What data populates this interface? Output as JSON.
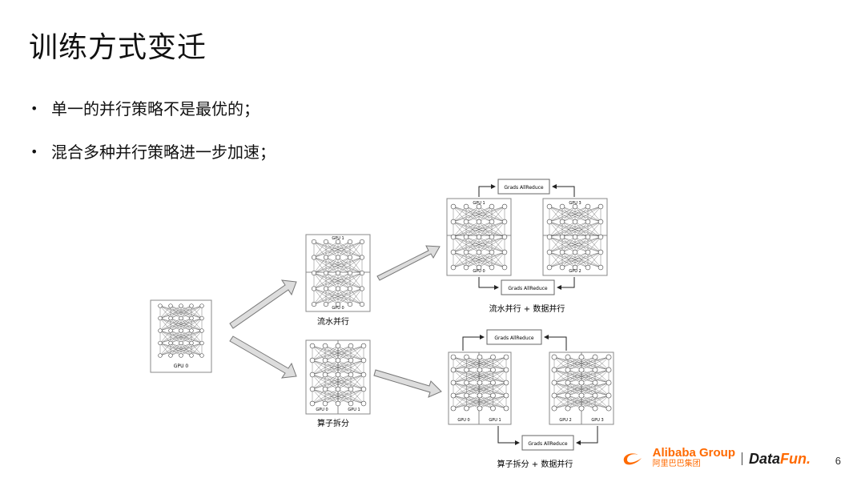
{
  "slide": {
    "title": "训练方式变迁",
    "bullets": [
      "单一的并行策略不是最优的；",
      "混合多种并行策略进一步加速；"
    ],
    "page_number": "6"
  },
  "diagram": {
    "gpu0_single": "GPU 0",
    "pipeline": {
      "gpu_top": "GPU 1",
      "gpu_bottom": "GPU 0",
      "caption": "流水并行"
    },
    "op_split": {
      "gpu_left": "GPU 0",
      "gpu_right": "GPU 1",
      "caption": "算子拆分"
    },
    "pipeline_dp": {
      "allreduce_top": "Grads AllReduce",
      "allreduce_bottom": "Grads AllReduce",
      "left_top": "GPU 1",
      "left_bottom": "GPU 0",
      "right_top": "GPU 3",
      "right_bottom": "GPU 2",
      "caption": "流水并行 + 数据并行"
    },
    "split_dp": {
      "allreduce_top": "Grads AllReduce",
      "allreduce_bottom": "Grads AllReduce",
      "gpus": [
        "GPU 0",
        "GPU 1",
        "GPU 2",
        "GPU 3"
      ],
      "caption": "算子拆分 + 数据并行"
    }
  },
  "footer": {
    "alibaba": "Alibaba Group",
    "alibaba_cn": "阿里巴巴集团",
    "datafun_a": "Data",
    "datafun_b": "Fun."
  },
  "colors": {
    "accent": "#ff6a00",
    "arrow_fill": "#d9d9d9",
    "box_stroke": "#888888"
  }
}
